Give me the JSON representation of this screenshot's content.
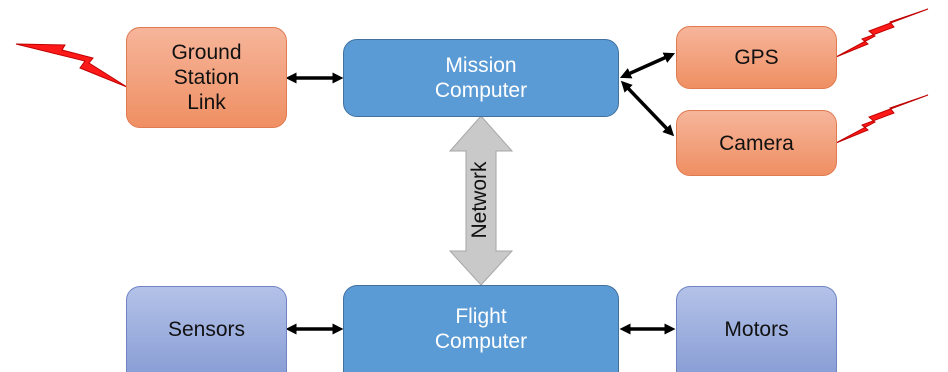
{
  "nodes": {
    "ground_station": [
      "Ground",
      "Station",
      "Link"
    ],
    "mission_computer": [
      "Mission",
      "Computer"
    ],
    "gps": [
      "GPS"
    ],
    "camera": [
      "Camera"
    ],
    "sensors": [
      "Sensors"
    ],
    "flight_computer": [
      "Flight",
      "Computer"
    ],
    "motors": [
      "Motors"
    ]
  },
  "network_label": "Network",
  "colors": {
    "radio_nodes": "#f4a582",
    "computers": "#5b9bd5",
    "hardware_nodes": "#a3b4e3",
    "network_arrow": "#c9c9c9",
    "radio_signal": "#ff1a1a"
  }
}
